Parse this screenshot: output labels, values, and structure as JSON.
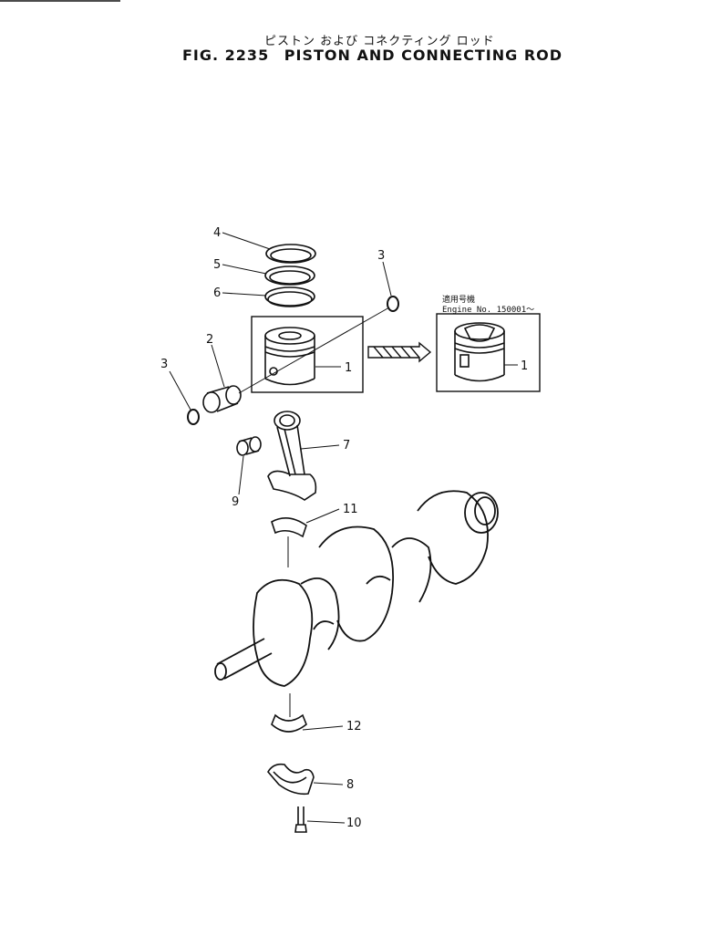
{
  "header": {
    "title_jp": "ピストン および コネクティング ロッド",
    "figure_number": "FIG. 2235",
    "title_en": "PISTON AND CONNECTING ROD"
  },
  "inset": {
    "note_jp": "適用号機",
    "note_en": "Engine No. 150001～"
  },
  "callouts": [
    {
      "id": "c1a",
      "label": "1"
    },
    {
      "id": "c1b",
      "label": "1"
    },
    {
      "id": "c2",
      "label": "2"
    },
    {
      "id": "c3a",
      "label": "3"
    },
    {
      "id": "c3b",
      "label": "3"
    },
    {
      "id": "c4",
      "label": "4"
    },
    {
      "id": "c5",
      "label": "5"
    },
    {
      "id": "c6",
      "label": "6"
    },
    {
      "id": "c7",
      "label": "7"
    },
    {
      "id": "c8",
      "label": "8"
    },
    {
      "id": "c9",
      "label": "9"
    },
    {
      "id": "c10",
      "label": "10"
    },
    {
      "id": "c11",
      "label": "11"
    },
    {
      "id": "c12",
      "label": "12"
    }
  ],
  "colors": {
    "ink": "#111111",
    "paper": "#ffffff"
  }
}
